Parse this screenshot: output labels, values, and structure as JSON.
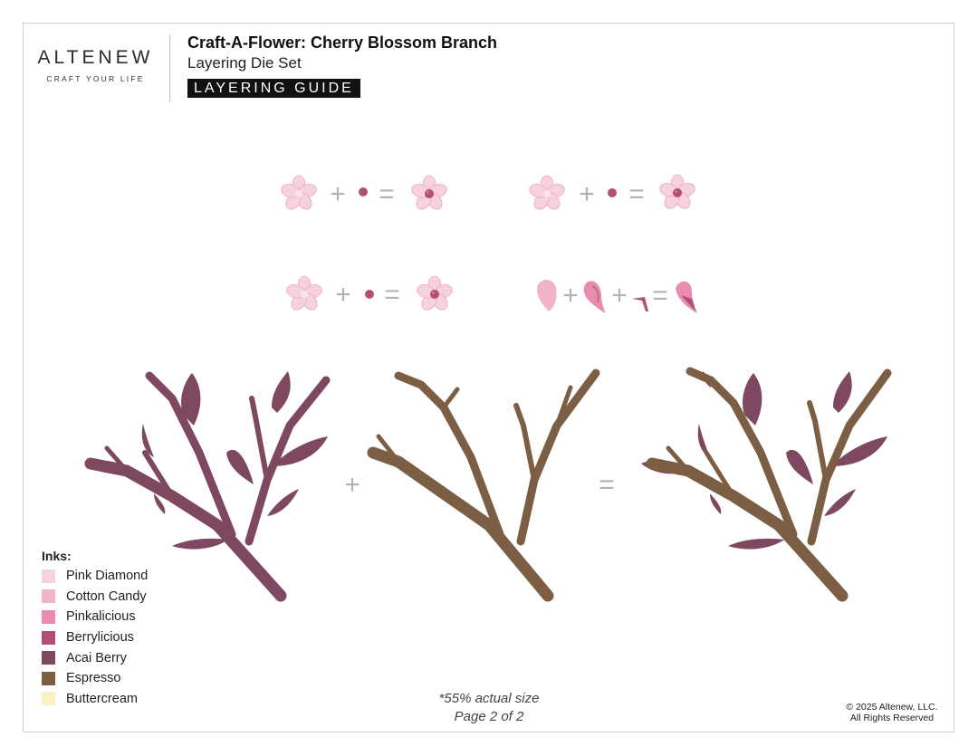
{
  "brand": {
    "name": "ALTENEW",
    "tagline": "CRAFT YOUR LIFE"
  },
  "header": {
    "title": "Craft-A-Flower: Cherry Blossom Branch",
    "subtitle": "Layering Die Set",
    "badge": "LAYERING GUIDE"
  },
  "inks": {
    "heading": "Inks:",
    "items": [
      {
        "name": "Pink Diamond",
        "color": "#f6d3df"
      },
      {
        "name": "Cotton Candy",
        "color": "#f1b3c8"
      },
      {
        "name": "Pinkalicious",
        "color": "#e98db0"
      },
      {
        "name": "Berrylicious",
        "color": "#b24f74"
      },
      {
        "name": "Acai Berry",
        "color": "#7e4860"
      },
      {
        "name": "Espresso",
        "color": "#7b5e43"
      },
      {
        "name": "Buttercream",
        "color": "#fbefc4"
      }
    ]
  },
  "footer": {
    "note_line1": "*55% actual size",
    "note_line2": "Page 2 of 2",
    "copyright_line1": "© 2025 Altenew, LLC.",
    "copyright_line2": "All Rights Reserved"
  },
  "symbols": {
    "plus": "+",
    "equals": "="
  },
  "colors": {
    "petal_light": "#f7d2de",
    "petal_mid": "#efb2c6",
    "center": "#b24f74",
    "leaf": "#7e4860",
    "branch": "#7b5e43",
    "operator": "#b3b3b3"
  }
}
